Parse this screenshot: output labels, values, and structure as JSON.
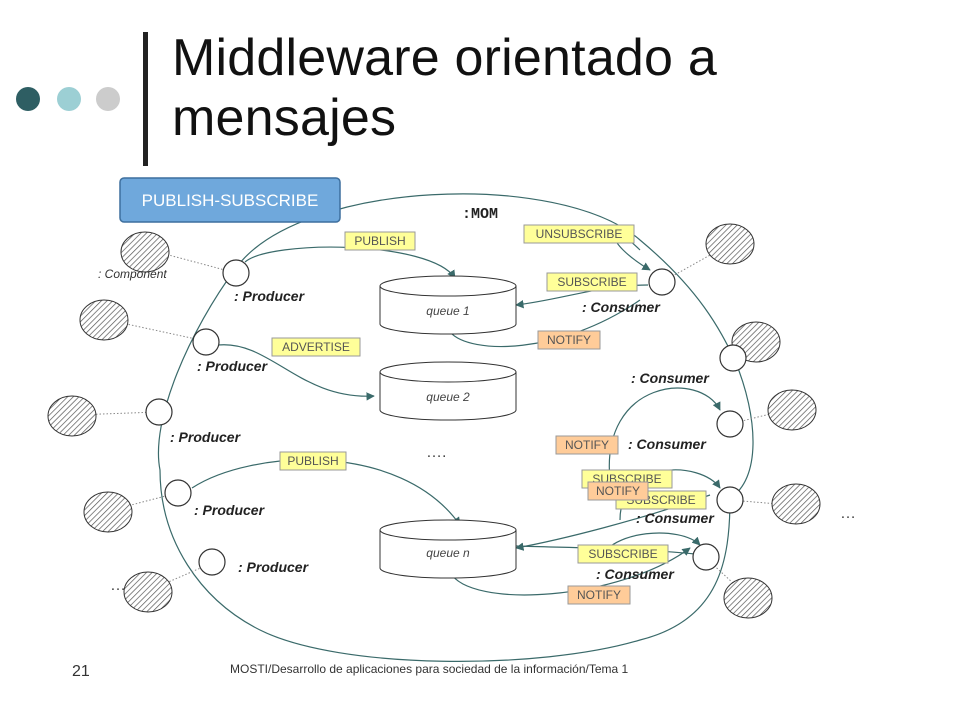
{
  "slide": {
    "title_line1": "Middleware orientado a",
    "title_line2": "mensajes",
    "number": "21",
    "footer": "MOSTI/Desarrollo de aplicaciones para sociedad de la información/Tema 1",
    "dot_colors": [
      "#2e5e63",
      "#9ccfd4",
      "#cccccc"
    ]
  },
  "diagram": {
    "banner": "PUBLISH-SUBSCRIBE",
    "mom_label": ":MOM",
    "component_label": ": Component",
    "producer_label": ": Producer",
    "consumer_label": ": Consumer",
    "ellipsis_center": "….",
    "ellipsis_left": "…",
    "ellipsis_right": "…",
    "queues": [
      "queue 1",
      "queue 2",
      "queue n"
    ],
    "ops": {
      "publish": "PUBLISH",
      "advertise": "ADVERTISE",
      "unsubscribe": "UNSUBSCRIBE",
      "subscribe": "SUBSCRIBE",
      "notify": "NOTIFY"
    },
    "colors": {
      "accent_line": "#3a6a6a",
      "op_yellow": "#ffff99",
      "op_orange": "#ffcc99",
      "banner_fill": "#6fa8dc"
    }
  }
}
